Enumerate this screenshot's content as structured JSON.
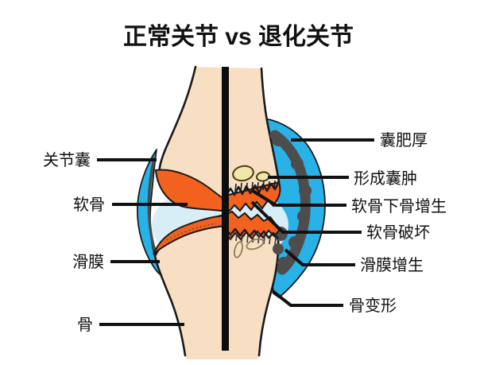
{
  "title": "正常关节 vs 退化关节",
  "labels": {
    "left": [
      {
        "text": "关节囊"
      },
      {
        "text": "软骨"
      },
      {
        "text": "滑膜"
      },
      {
        "text": "骨"
      }
    ],
    "right": [
      {
        "text": "囊肥厚"
      },
      {
        "text": "形成囊肿"
      },
      {
        "text": "软骨下骨增生"
      },
      {
        "text": "软骨破坏"
      },
      {
        "text": "滑膜增生"
      },
      {
        "text": "骨变形"
      }
    ]
  },
  "colors": {
    "background": "#ffffff",
    "outline": "#1a1a1a",
    "bone": "#f8dfc3",
    "capsule_blue": "#29b2e7",
    "joint_cavity": "#d8eef6",
    "cartilage_orange": "#f2611d",
    "thickened_synovium_gray": "#4d4d4d",
    "left_synovium_gray": "#4b4b4b",
    "cyst_yellow": "#f0e8ab",
    "bone_mark_tan": "#8d7d52",
    "divider_black": "#0d0d0d",
    "text": "#111111"
  }
}
